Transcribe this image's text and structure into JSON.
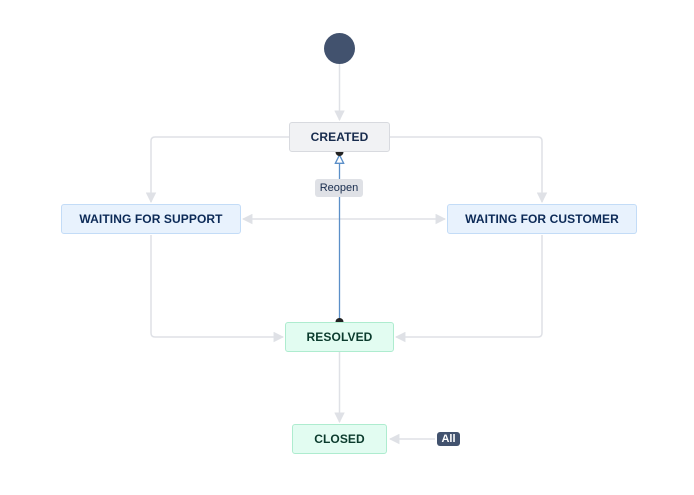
{
  "statuses": {
    "created": "CREATED",
    "waiting_support": "WAITING FOR SUPPORT",
    "waiting_customer": "WAITING FOR CUSTOMER",
    "resolved": "RESOLVED",
    "closed": "CLOSED"
  },
  "transitions": {
    "reopen": "Reopen",
    "all": "All"
  },
  "colors": {
    "connector": "#dfe1e6",
    "highlight": "#5b8fc8",
    "dot": "#222222",
    "start": "#42526e"
  }
}
